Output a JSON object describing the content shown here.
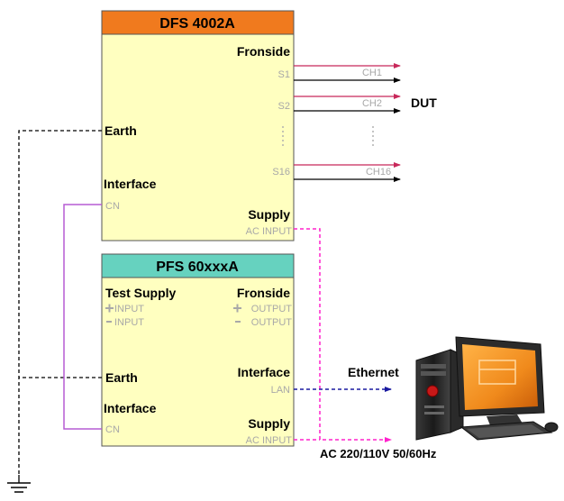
{
  "dfs": {
    "title": "DFS 4002A",
    "fronside": "Fronside",
    "s1": "S1",
    "s2": "S2",
    "s16": "S16",
    "earth": "Earth",
    "interface": "Interface",
    "cn": "CN",
    "supply": "Supply",
    "ac_input": "AC INPUT"
  },
  "pfs": {
    "title": "PFS 60xxxA",
    "test_supply": "Test Supply",
    "plus_input": "INPUT",
    "minus_input": "INPUT",
    "fronside": "Fronside",
    "plus_output": "OUTPUT",
    "minus_output": "OUTPUT",
    "earth": "Earth",
    "interface_right": "Interface",
    "lan": "LAN",
    "interface_left": "Interface",
    "cn": "CN",
    "supply": "Supply",
    "ac_input": "AC INPUT"
  },
  "channels": {
    "ch1": "CH1",
    "ch2": "CH2",
    "ch16": "CH16"
  },
  "dut": "DUT",
  "ethernet": "Ethernet",
  "ac_label": "AC 220/110V 50/60Hz",
  "colors": {
    "dfs_header": "#f07a1e",
    "pfs_header": "#66d2bf",
    "box_fill": "#ffffc0",
    "channel_line": "#c8285a",
    "cn_line": "#b65bd4",
    "ac_line": "#ff22cc",
    "ethernet_line": "#1a1aa0",
    "earth_line": "#000000"
  },
  "icons": [
    "ground-icon",
    "computer-icon",
    "vertical-ellipsis-icon"
  ]
}
